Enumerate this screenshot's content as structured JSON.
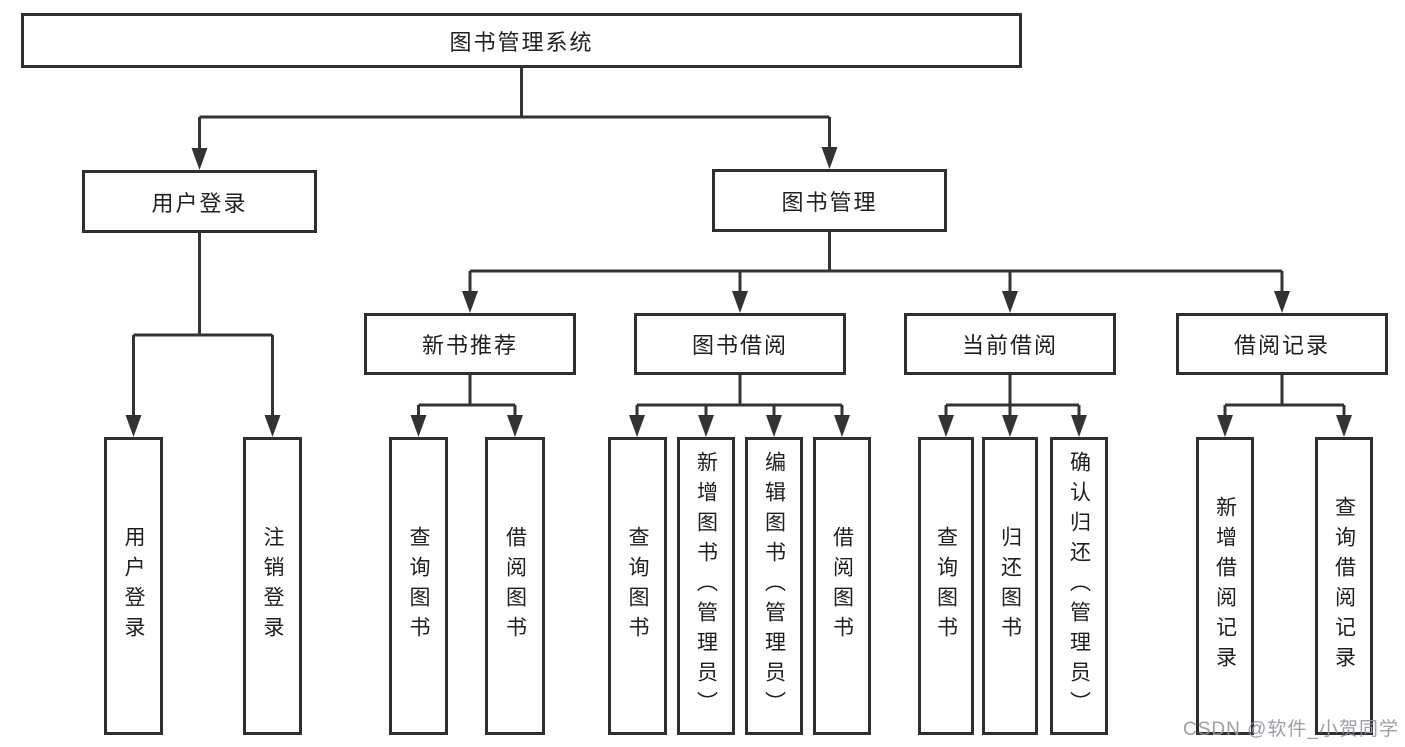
{
  "tree": {
    "root": {
      "label": "图书管理系统"
    },
    "branches": [
      {
        "label": "用户登录",
        "children": [
          {
            "label": "用户登录"
          },
          {
            "label": "注销登录"
          }
        ]
      },
      {
        "label": "图书管理",
        "sections": [
          {
            "label": "新书推荐",
            "children": [
              {
                "label": "查询图书"
              },
              {
                "label": "借阅图书"
              }
            ]
          },
          {
            "label": "图书借阅",
            "children": [
              {
                "label": "查询图书"
              },
              {
                "label": "新增图书（管理员）"
              },
              {
                "label": "编辑图书（管理员）"
              },
              {
                "label": "借阅图书"
              }
            ]
          },
          {
            "label": "当前借阅",
            "children": [
              {
                "label": "查询图书"
              },
              {
                "label": "归还图书"
              },
              {
                "label": "确认归还（管理员）"
              }
            ]
          },
          {
            "label": "借阅记录",
            "children": [
              {
                "label": "新增借阅记录"
              },
              {
                "label": "查询借阅记录"
              }
            ]
          }
        ]
      }
    ]
  },
  "watermark": "CSDN @软件_小贺同学",
  "colors": {
    "line": "#333333",
    "box_border": "#2f2f2f",
    "text": "#1f1f1f",
    "watermark": "#96979d",
    "background": "#ffffff"
  }
}
